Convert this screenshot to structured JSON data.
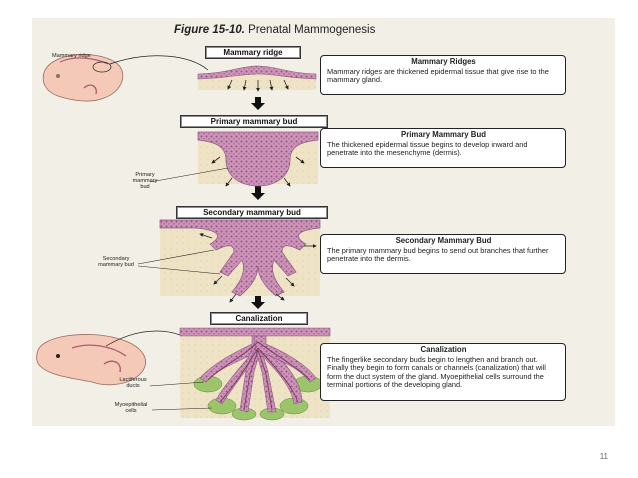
{
  "figure": {
    "title_label": "Figure 15-10.",
    "title_text": " Prenatal Mammogenesis"
  },
  "stages": [
    {
      "label": "Mammary ridge",
      "heading": "Mammary Ridges",
      "text": "Mammary ridges are thickened epidermal tissue that give rise to the mammary gland."
    },
    {
      "label": "Primary mammary bud",
      "heading": "Primary Mammary Bud",
      "text": "The thickened epidermal tissue begins to develop inward and penetrate into the mesenchyme (dermis)."
    },
    {
      "label": "Secondary mammary bud",
      "heading": "Secondary Mammary Bud",
      "text": "The primary mammary bud begins to send out branches that further penetrate into the dermis."
    },
    {
      "label": "Canalization",
      "heading": "Canalization",
      "text": "The fingerlike secondary buds begin to lengthen and branch out. Finally they begin to form canals or channels (canalization) that will form the duct system of the gland. Myoepithelial cells surround the terminal portions of the developing gland."
    }
  ],
  "side_labels": {
    "mammary_ridge": "Mammary ridge",
    "primary_bud": "Primary mammary bud",
    "secondary_bud": "Secondary mammary bud",
    "lactiferous": "Lactiferous ducts",
    "myoepithelial": "Myoepithelial cells"
  },
  "page_number": "11",
  "colors": {
    "background": "#f2efe6",
    "tissue_pink": "#c98bb0",
    "tissue_dark": "#8a5a86",
    "dermis": "#efe3c6",
    "embryo": "#f4c9b8",
    "myoepithelial": "#9cc46a"
  }
}
